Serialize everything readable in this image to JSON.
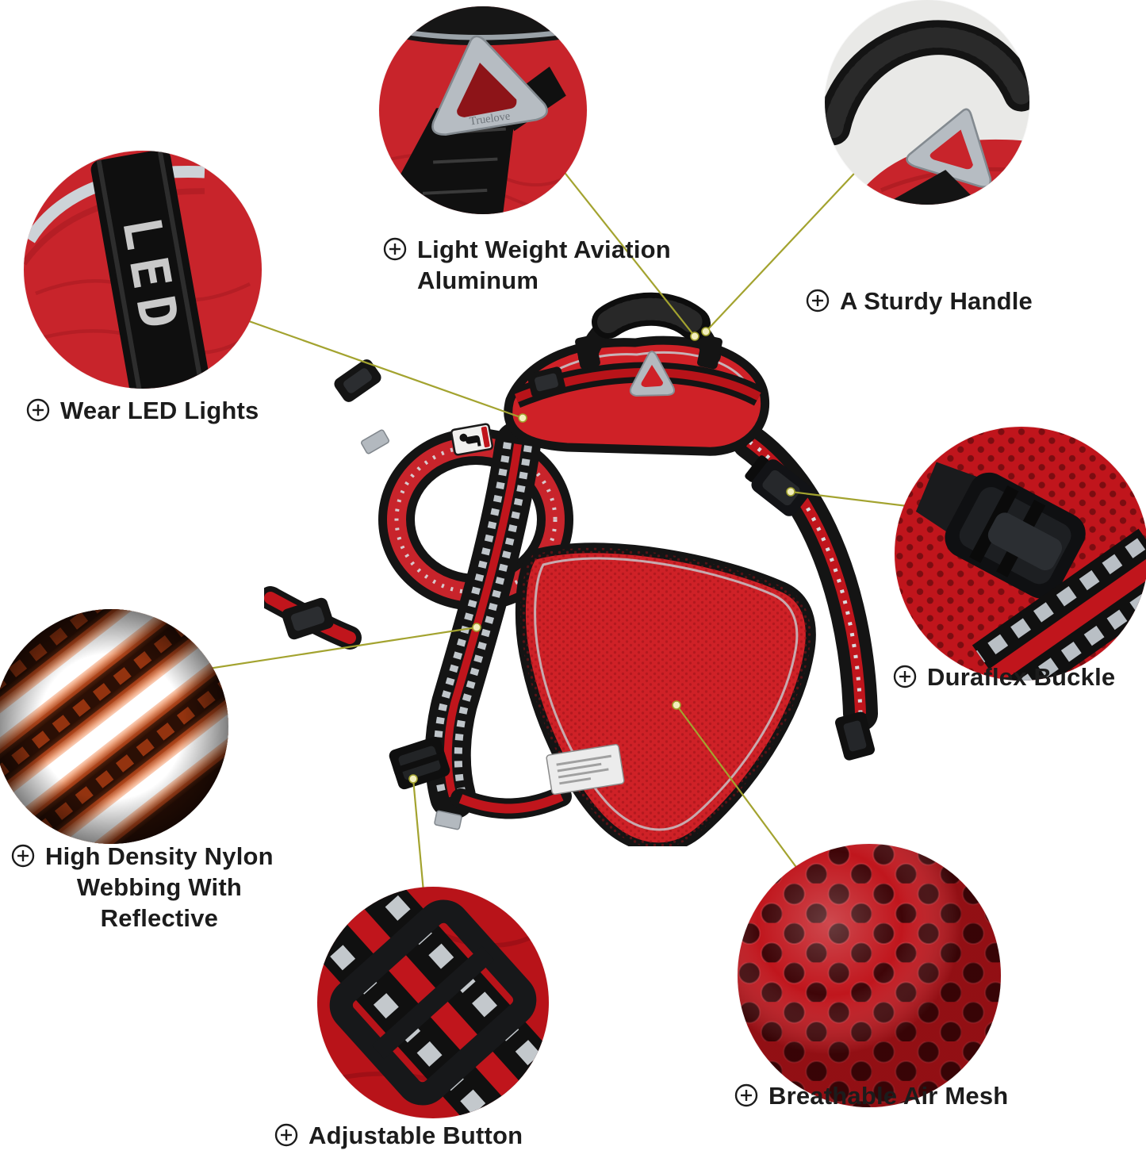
{
  "product": {
    "brand": "Truelove",
    "led_text": "LED"
  },
  "callouts": {
    "aviation": {
      "label": [
        "Light Weight Aviation",
        "Aluminum"
      ]
    },
    "handle": {
      "label": [
        "A Sturdy Handle"
      ]
    },
    "led": {
      "label": [
        "Wear LED Lights"
      ]
    },
    "duraflex": {
      "label": [
        "Duraflex Buckle"
      ]
    },
    "webbing": {
      "label": [
        "High Density Nylon",
        "Webbing With",
        "Reflective"
      ]
    },
    "adjustable": {
      "label": [
        "Adjustable Button"
      ]
    },
    "mesh": {
      "label": [
        "Breathable Air Mesh"
      ]
    }
  },
  "colors": {
    "harness_red": "#cf2127",
    "harness_black": "#141414",
    "connector_line": "#a3a32f",
    "connector_dot": "#f3efbe",
    "label_text": "#1c1c1c",
    "aluminum_silver": "#b6bcc2"
  }
}
